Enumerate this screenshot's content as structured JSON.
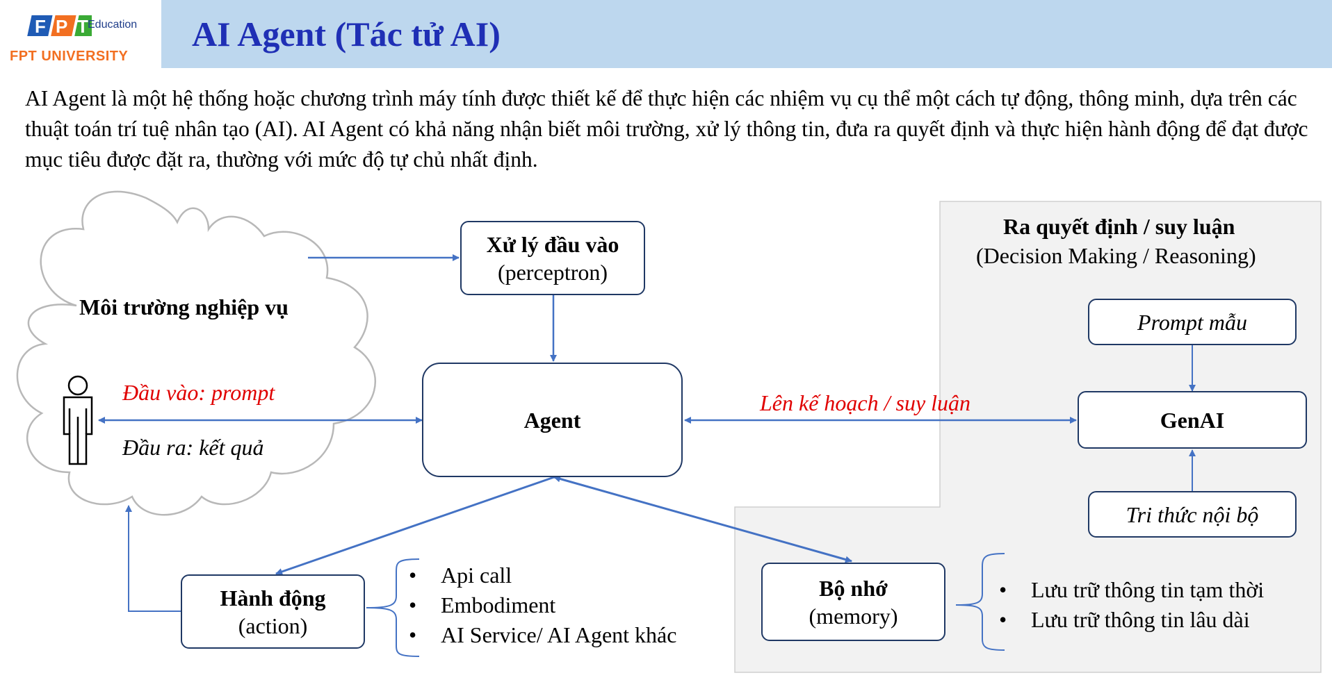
{
  "header": {
    "title": "AI Agent (Tác tử AI)",
    "logo_education": "Education",
    "logo_university": "FPT UNIVERSITY"
  },
  "intro": "AI Agent là một hệ thống hoặc chương trình máy tính được thiết kế để thực hiện các nhiệm vụ cụ thể một cách tự động, thông minh, dựa trên các thuật toán trí tuệ nhân tạo (AI). AI Agent có khả năng nhận biết môi trường, xử lý thông tin, đưa ra quyết định và thực hiện hành động để đạt được mục tiêu được đặt ra, thường với mức độ tự chủ nhất định.",
  "diagram": {
    "environment": {
      "title": "Môi trường nghiệp vụ",
      "input_label": "Đầu vào: prompt",
      "output_label": "Đầu ra: kết quả"
    },
    "perception": {
      "title": "Xử lý đầu vào",
      "subtitle": "(perceptron)"
    },
    "agent": {
      "title": "Agent"
    },
    "planning_label": "Lên kế hoạch / suy luận",
    "decision": {
      "title": "Ra quyết định / suy luận",
      "subtitle": "(Decision Making / Reasoning)",
      "prompt_box": "Prompt mẫu",
      "genai_box": "GenAI",
      "knowledge_box": "Tri thức nội bộ"
    },
    "action": {
      "title": "Hành động",
      "subtitle": "(action)",
      "items": [
        "Api call",
        "Embodiment",
        "AI Service/ AI Agent khác"
      ]
    },
    "memory": {
      "title": "Bộ nhớ",
      "subtitle": "(memory)",
      "items": [
        "Lưu trữ thông tin tạm thời",
        "Lưu trữ thông tin lâu dài"
      ]
    }
  },
  "colors": {
    "header_bg": "#bdd7ee",
    "title": "#1f2fb5",
    "arrow": "#4472c4",
    "box_border": "#1f3864",
    "highlight_text": "#e00000",
    "panel_bg": "#f2f2f2"
  }
}
